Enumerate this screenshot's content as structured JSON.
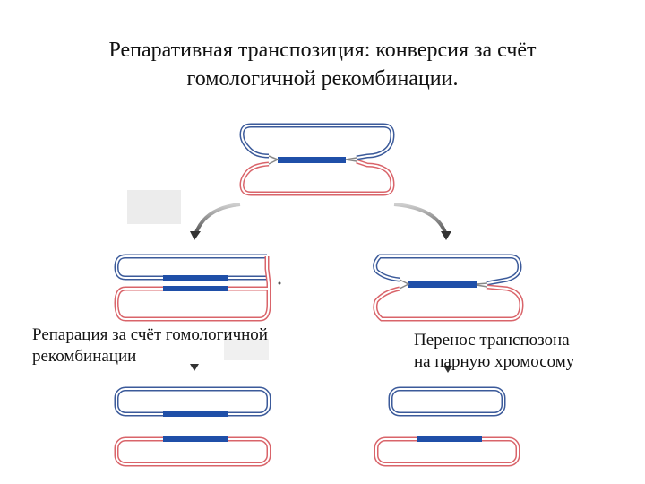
{
  "title": {
    "line1": "Репаративная транспозиция: конверсия за счёт",
    "line2": "гомологичной рекомбинации."
  },
  "labels": {
    "left": {
      "line1": "Репарация за счёт гомологичной",
      "line2": "рекомбинации"
    },
    "right": {
      "line1": "Перенос транспозона",
      "line2": "на парную хромосому"
    }
  },
  "colors": {
    "strand_blue": "#3b5a9a",
    "strand_red": "#d9646a",
    "transposon": "#1f4fa8",
    "arrow": "#555555",
    "shadow": "#e2e2e2"
  },
  "icons": [
    "arrow-down-left-icon",
    "arrow-down-right-icon",
    "arrow-down-icon"
  ]
}
